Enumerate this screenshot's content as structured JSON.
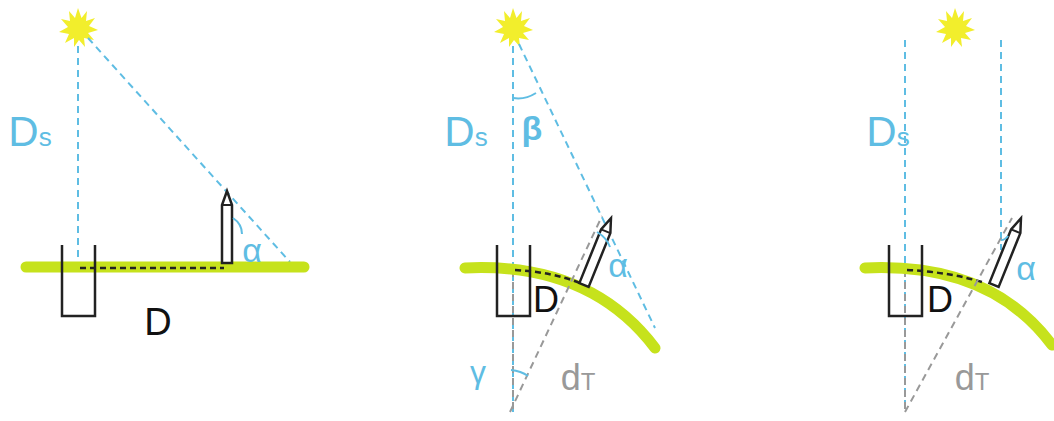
{
  "diagram": {
    "labels": [
      "Ds",
      "α",
      "D",
      "Ds",
      "β",
      "α",
      "D",
      "γ",
      "dT",
      "Ds",
      "D",
      "α",
      "dT"
    ]
  }
}
